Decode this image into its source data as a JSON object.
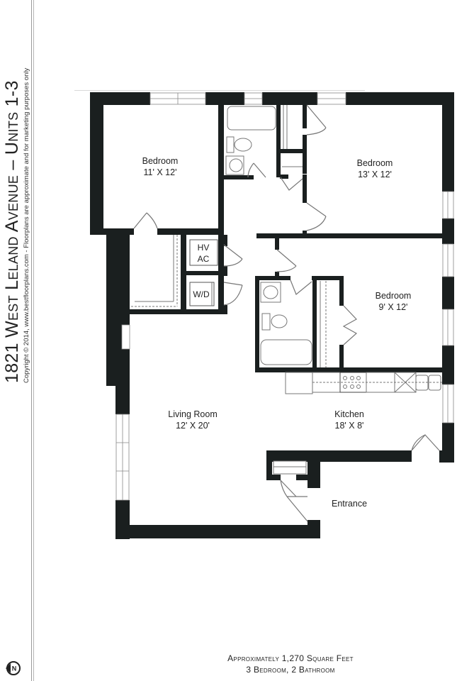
{
  "header": {
    "title": "1821 West Leland Avenue – Units 1-3",
    "copyright": "Copyright © 2014, www.bestfloorplans.com - Floorplans are approximate and for marketing purposes only"
  },
  "rooms": {
    "bedroom_1": {
      "name": "Bedroom",
      "size": "11' X 12'"
    },
    "bedroom_2": {
      "name": "Bedroom",
      "size": "13' X 12'"
    },
    "bedroom_3": {
      "name": "Bedroom",
      "size": "9' X 12'"
    },
    "living_room": {
      "name": "Living Room",
      "size": "12' X 20'"
    },
    "kitchen": {
      "name": "Kitchen",
      "size": "18' X 8'"
    },
    "entrance": {
      "name": "Entrance"
    },
    "hvac": {
      "line1": "HV",
      "line2": "AC"
    },
    "laundry": {
      "label": "W/D"
    }
  },
  "footer": {
    "area": "Approximately 1,270 Square Feet",
    "beds_baths": "3 Bedroom, 2 Bathroom"
  },
  "compass": {
    "label": "N"
  },
  "colors": {
    "wall": "#1a1f1f",
    "fixture": "#777777",
    "text": "#222222"
  }
}
